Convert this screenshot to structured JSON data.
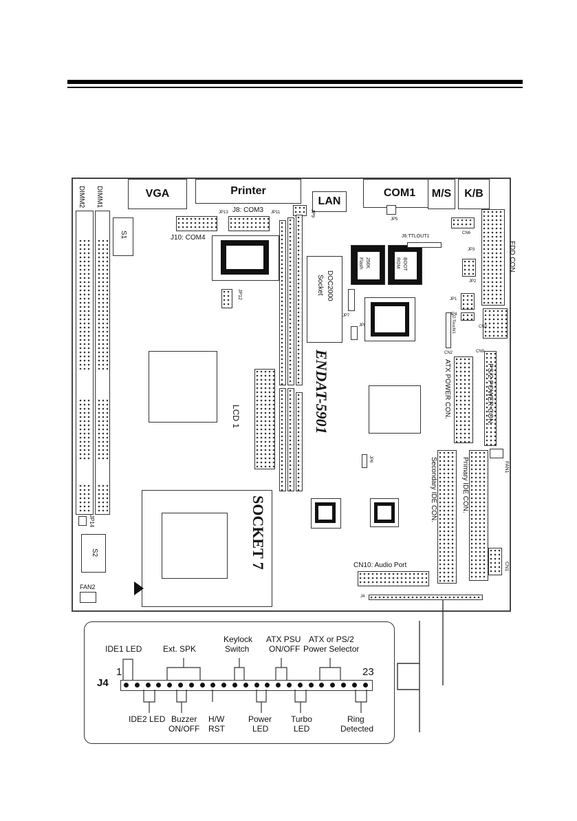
{
  "board": {
    "title": "ENDAT-5901",
    "socket": "SOCKET 7",
    "ports": {
      "vga": "VGA",
      "printer": "Printer",
      "lan": "LAN",
      "com1": "COM1",
      "ms": "M/S",
      "kb": "K/B"
    },
    "labels": {
      "com3": "J8: COM3",
      "com4": "J10: COM4",
      "dimm1": "DIMM1",
      "dimm2": "DIMM2",
      "s1": "S1",
      "s2": "S2",
      "jp12": "JP12",
      "jp14": "JP14",
      "jp9": "JP9",
      "jp5": "JP5",
      "jp11": "JP11",
      "jp13": "JP13",
      "cn6": "CN6",
      "ttl": "J6:TTLOUT1",
      "flash1": "256K",
      "flash2": "Flash",
      "boot1": "BOOT",
      "boot2": "ROM",
      "doc1": "DOC2000",
      "doc2": "Socket",
      "jp7": "JP7",
      "jp8": "JP8",
      "jp1": "JP1",
      "jp3": "JP3",
      "jp4": "JP4",
      "jp2": "JP2",
      "cn3": "CN3",
      "j2": "J2:TouchI1",
      "cn2": "CN2",
      "cn9": "CN9",
      "fdd": "FDD CON.",
      "atx": "ATX POWER CON.",
      "ps2": "PS/2 POWER CON.",
      "lcd": "LCD 1",
      "jp6": "JP6",
      "fan1": "FAN1",
      "fan2": "FAN2",
      "primary": "Primary IDE CON.",
      "secondary": "Secondary IDE CON.",
      "cn1": "CN1",
      "audio": "CN10: Audio Port",
      "j4small": "J4"
    }
  },
  "j4": {
    "label": "J4",
    "pin_first": "1",
    "pin_last": "23",
    "pin_count": 23,
    "top_labels": [
      "IDE1 LED",
      "Ext. SPK",
      "Keylock",
      "Switch",
      "ATX PSU",
      "ON/OFF",
      "ATX or PS/2",
      "Power Selector"
    ],
    "bottom_labels": [
      "IDE2 LED",
      "Buzzer",
      "ON/OFF",
      "H/W",
      "RST",
      "Power",
      "LED",
      "Turbo",
      "LED",
      "Ring",
      "Detected"
    ]
  }
}
